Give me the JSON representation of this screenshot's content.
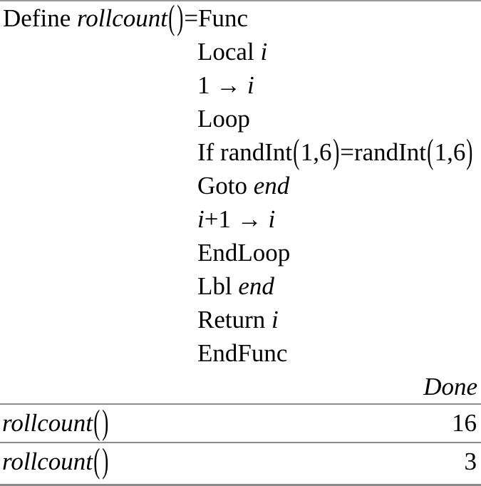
{
  "colors": {
    "background": "#ffffff",
    "text": "#000000",
    "divider": "#8c8c8c"
  },
  "program": {
    "definition_lines": [
      {
        "indent": false,
        "segments": [
          {
            "text": "Define ",
            "style": "keyword"
          },
          {
            "text": "rollcount",
            "style": "variable"
          },
          {
            "text": "()",
            "style": "paren"
          },
          {
            "text": "=Func",
            "style": "keyword"
          }
        ]
      },
      {
        "indent": true,
        "segments": [
          {
            "text": "Local ",
            "style": "keyword"
          },
          {
            "text": "i",
            "style": "variable"
          }
        ]
      },
      {
        "indent": true,
        "segments": [
          {
            "text": "1",
            "style": "keyword"
          },
          {
            "text": " → ",
            "style": "arrow"
          },
          {
            "text": "i",
            "style": "variable"
          }
        ]
      },
      {
        "indent": true,
        "segments": [
          {
            "text": "Loop",
            "style": "keyword"
          }
        ]
      },
      {
        "indent": true,
        "segments": [
          {
            "text": "If randInt",
            "style": "keyword"
          },
          {
            "text": "(",
            "style": "paren"
          },
          {
            "text": "1,6",
            "style": "keyword"
          },
          {
            "text": ")",
            "style": "paren"
          },
          {
            "text": "=randInt",
            "style": "keyword"
          },
          {
            "text": "(",
            "style": "paren"
          },
          {
            "text": "1,6",
            "style": "keyword"
          },
          {
            "text": ")",
            "style": "paren"
          }
        ]
      },
      {
        "indent": true,
        "segments": [
          {
            "text": "Goto ",
            "style": "keyword"
          },
          {
            "text": "end",
            "style": "variable"
          }
        ]
      },
      {
        "indent": true,
        "segments": [
          {
            "text": "i",
            "style": "variable"
          },
          {
            "text": "+1",
            "style": "keyword"
          },
          {
            "text": " → ",
            "style": "arrow"
          },
          {
            "text": "i",
            "style": "variable"
          }
        ]
      },
      {
        "indent": true,
        "segments": [
          {
            "text": "EndLoop",
            "style": "keyword"
          }
        ]
      },
      {
        "indent": true,
        "segments": [
          {
            "text": "Lbl ",
            "style": "keyword"
          },
          {
            "text": "end",
            "style": "variable"
          }
        ]
      },
      {
        "indent": true,
        "segments": [
          {
            "text": "Return ",
            "style": "keyword"
          },
          {
            "text": "i",
            "style": "variable"
          }
        ]
      },
      {
        "indent": true,
        "segments": [
          {
            "text": "EndFunc",
            "style": "keyword"
          }
        ]
      }
    ],
    "result": "Done"
  },
  "history": [
    {
      "expression": [
        {
          "text": "rollcount",
          "style": "variable"
        },
        {
          "text": "()",
          "style": "paren"
        }
      ],
      "result": "16"
    },
    {
      "expression": [
        {
          "text": "rollcount",
          "style": "variable"
        },
        {
          "text": "()",
          "style": "paren"
        }
      ],
      "result": "3"
    }
  ]
}
